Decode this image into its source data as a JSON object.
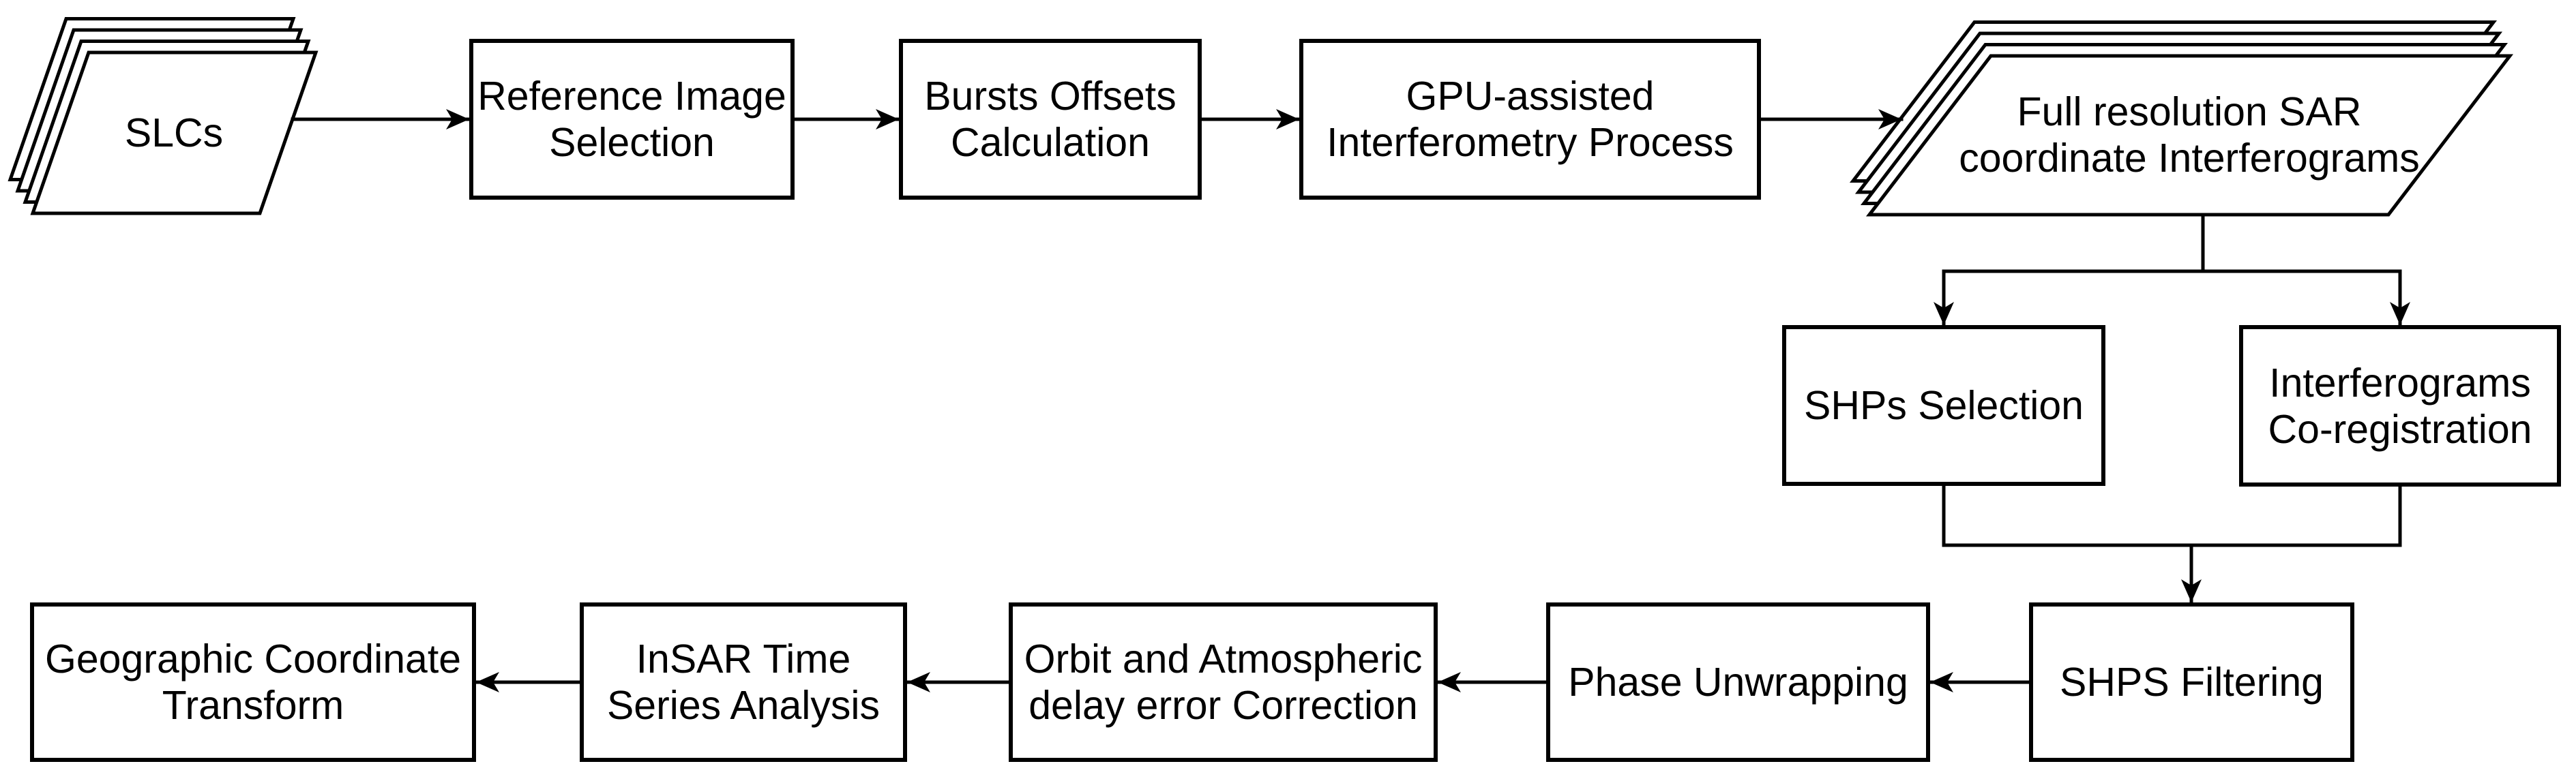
{
  "figure": {
    "type": "flowchart",
    "background_color": "#ffffff",
    "line_color": "#000000",
    "text_color": "#000000"
  },
  "nodes": {
    "slcs": {
      "label": "SLCs",
      "shape": "document-stack"
    },
    "reference_image_selection": {
      "label": "Reference Image\nSelection",
      "shape": "rect"
    },
    "bursts_offsets_calculation": {
      "label": "Bursts Offsets\nCalculation",
      "shape": "rect"
    },
    "gpu_interferometry": {
      "label": "GPU-assisted\nInterferometry Process",
      "shape": "rect"
    },
    "full_resolution_interferograms": {
      "label": "Full resolution SAR\ncoordinate Interferograms",
      "shape": "document-stack"
    },
    "shps_selection": {
      "label": "SHPs Selection",
      "shape": "rect"
    },
    "interferograms_coregistration": {
      "label": "Interferograms\nCo-registration",
      "shape": "rect"
    },
    "shps_filtering": {
      "label": "SHPS Filtering",
      "shape": "rect"
    },
    "phase_unwrapping": {
      "label": "Phase Unwrapping",
      "shape": "rect"
    },
    "orbit_atmospheric_correction": {
      "label": "Orbit and Atmospheric\ndelay error Correction",
      "shape": "rect"
    },
    "insar_time_series": {
      "label": "InSAR Time\nSeries Analysis",
      "shape": "rect"
    },
    "geographic_transform": {
      "label": "Geographic Coordinate\nTransform",
      "shape": "rect"
    }
  },
  "edges": [
    {
      "from": "slcs",
      "to": "reference_image_selection"
    },
    {
      "from": "reference_image_selection",
      "to": "bursts_offsets_calculation"
    },
    {
      "from": "bursts_offsets_calculation",
      "to": "gpu_interferometry"
    },
    {
      "from": "gpu_interferometry",
      "to": "full_resolution_interferograms"
    },
    {
      "from": "full_resolution_interferograms",
      "to": "shps_selection"
    },
    {
      "from": "full_resolution_interferograms",
      "to": "interferograms_coregistration"
    },
    {
      "from": "shps_selection",
      "to": "shps_filtering"
    },
    {
      "from": "interferograms_coregistration",
      "to": "shps_filtering"
    },
    {
      "from": "shps_filtering",
      "to": "phase_unwrapping"
    },
    {
      "from": "phase_unwrapping",
      "to": "orbit_atmospheric_correction"
    },
    {
      "from": "orbit_atmospheric_correction",
      "to": "insar_time_series"
    },
    {
      "from": "insar_time_series",
      "to": "geographic_transform"
    }
  ]
}
